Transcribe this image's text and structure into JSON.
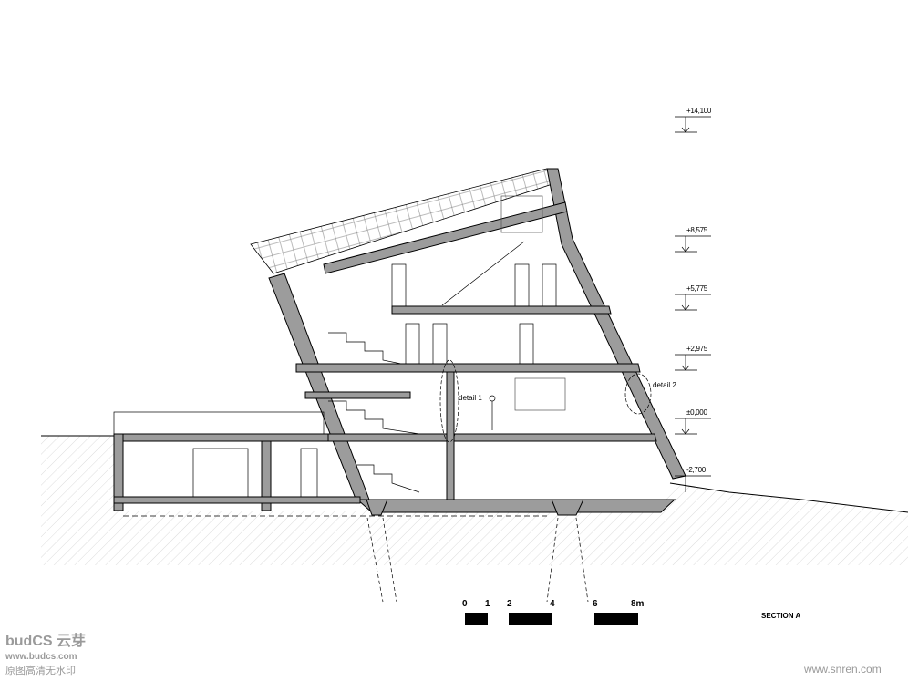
{
  "drawing": {
    "title": "SECTION A",
    "levels": [
      "+14,100",
      "+8,575",
      "+5,775",
      "+2,975",
      "±0,000",
      "-2,700"
    ],
    "details": [
      "detail 1",
      "detail 2"
    ],
    "scale_bar": {
      "ticks": [
        "0",
        "1",
        "2",
        "4",
        "6",
        "8m"
      ]
    }
  },
  "watermarks": {
    "logo_text": "budCS 云芽",
    "site": "www.budcs.com",
    "tagline": "原图高清无水印",
    "right_site": "www.snren.com"
  },
  "colors": {
    "cut_fill": "#9c9c9c",
    "line": "#000000"
  }
}
